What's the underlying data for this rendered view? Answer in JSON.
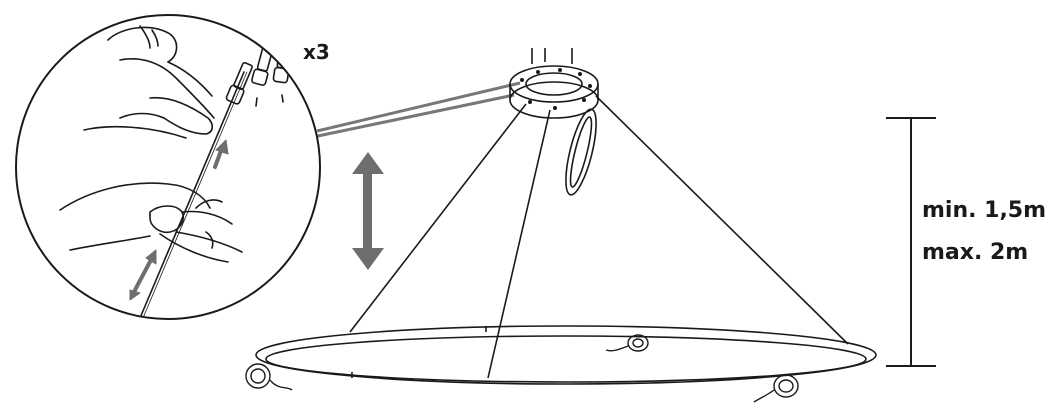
{
  "detail": {
    "quantity_label": "x3"
  },
  "height": {
    "min_label": "min. 1,5m",
    "max_label": "max. 2m"
  },
  "colors": {
    "line": "#1a1a1a",
    "arrow": "#6e6e6e",
    "leader": "#777777"
  }
}
